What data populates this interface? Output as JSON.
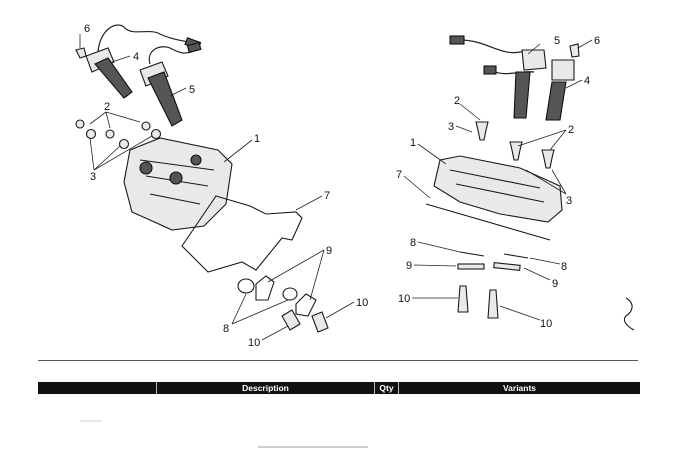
{
  "callouts": {
    "left": [
      "6",
      "4",
      "5",
      "2",
      "3",
      "1",
      "7",
      "9",
      "8",
      "10",
      "10"
    ],
    "right": [
      "5",
      "6",
      "4",
      "2",
      "3",
      "2",
      "1",
      "3",
      "7",
      "8",
      "8",
      "9",
      "9",
      "10",
      "10"
    ]
  },
  "table": {
    "headers": [
      "Description",
      "Qty",
      "Variants"
    ]
  }
}
